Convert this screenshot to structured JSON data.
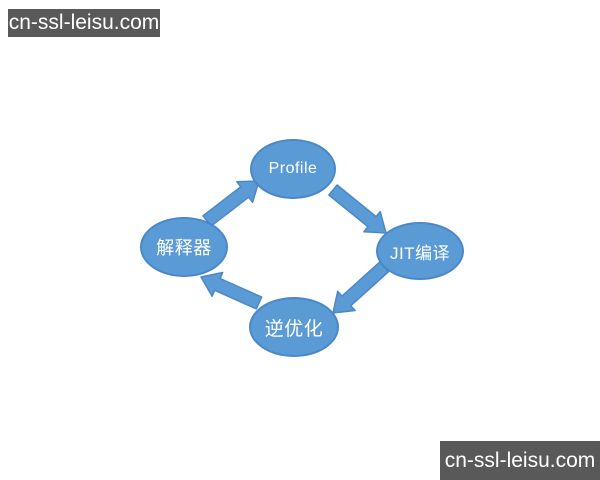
{
  "watermark": {
    "text": "cn-ssl-leisu.com",
    "background": "#595959",
    "text_color": "#ffffff"
  },
  "diagram": {
    "type": "cycle-flowchart",
    "nodes": [
      {
        "id": "profile",
        "label": "Profile"
      },
      {
        "id": "interpreter",
        "label": "解释器"
      },
      {
        "id": "jit-compile",
        "label": "JIT编译"
      },
      {
        "id": "deoptimize",
        "label": "逆优化"
      }
    ],
    "edges": [
      {
        "from": "解释器",
        "to": "Profile"
      },
      {
        "from": "Profile",
        "to": "JIT编译"
      },
      {
        "from": "JIT编译",
        "to": "逆优化"
      },
      {
        "from": "逆优化",
        "to": "解释器"
      }
    ],
    "colors": {
      "node_fill": "#5b9bd5",
      "node_border": "#4a88c7",
      "arrow_fill": "#5b9bd5",
      "arrow_border": "#4a88c7",
      "label_color": "#ffffff",
      "background": "#ffffff"
    }
  }
}
